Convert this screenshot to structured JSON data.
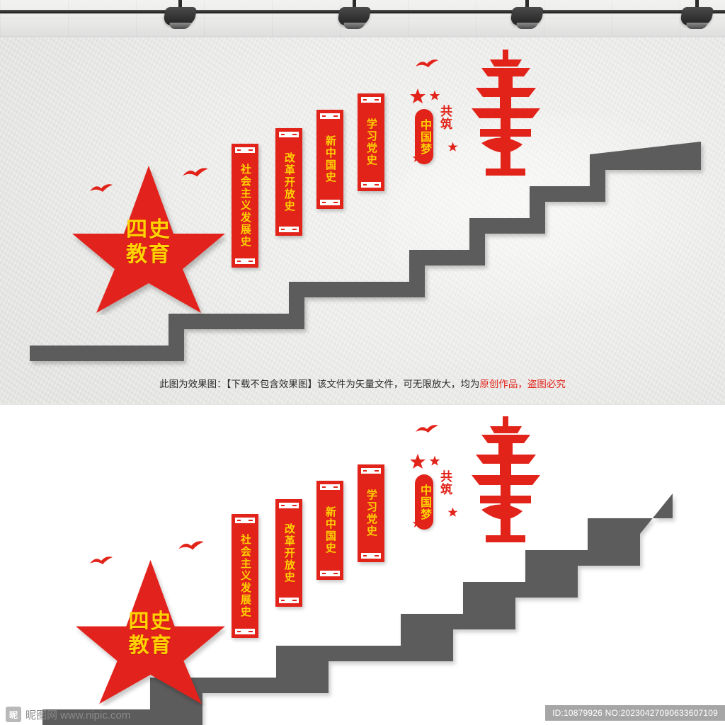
{
  "scene": {
    "accent_red": "#e2231a",
    "accent_yellow": "#ffd200",
    "stair_gray": "#5b5b5b",
    "wall_color": "#ececea"
  },
  "artwork": {
    "star_title_line1": "四史",
    "star_title_line2": "教育",
    "plaques": [
      {
        "text": "社会主义发展史"
      },
      {
        "text": "改革开放史"
      },
      {
        "text": "新中国史"
      },
      {
        "text": "学习党史"
      }
    ],
    "dream": {
      "gongzhu": "共筑",
      "pill": "中国梦"
    },
    "tower_name": "tower-emblem"
  },
  "notice": {
    "plain_1": "此图为效果图：【下载不包含效果图】该文件为矢量文件，可无限放大，均为",
    "highlight": "原创作品，盗图必究"
  },
  "watermark": {
    "logo_text": "昵",
    "site": "昵图网 www.nipic.com",
    "id_text": "ID:10879926 NO:20230427090633607109"
  }
}
